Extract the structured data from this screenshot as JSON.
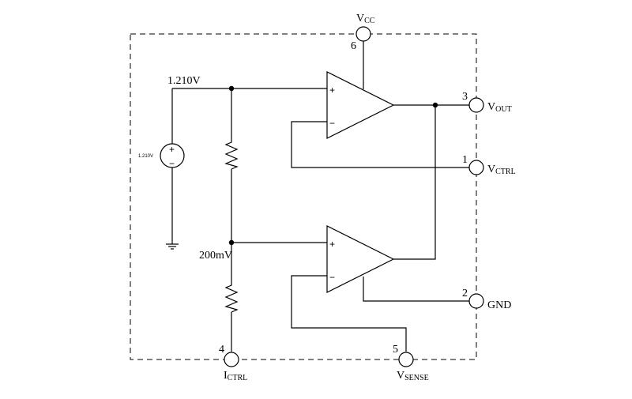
{
  "voltage_labels": {
    "reference": "1.210V",
    "source_value": "1.210V",
    "divider_tap": "200mV"
  },
  "amplifier_signs": {
    "plus": "+",
    "minus": "−"
  },
  "source_signs": {
    "plus": "+",
    "minus": "−"
  },
  "pins": [
    {
      "id": "vcc",
      "number": "6",
      "name": "V",
      "subscript": "CC"
    },
    {
      "id": "vout",
      "number": "3",
      "name": "V",
      "subscript": "OUT"
    },
    {
      "id": "vctrl",
      "number": "1",
      "name": "V",
      "subscript": "CTRL"
    },
    {
      "id": "gnd",
      "number": "2",
      "name": "GND",
      "subscript": ""
    },
    {
      "id": "ictrl",
      "number": "4",
      "name": "I",
      "subscript": "CTRL"
    },
    {
      "id": "vsense",
      "number": "5",
      "name": "V",
      "subscript": "SENSE"
    }
  ]
}
